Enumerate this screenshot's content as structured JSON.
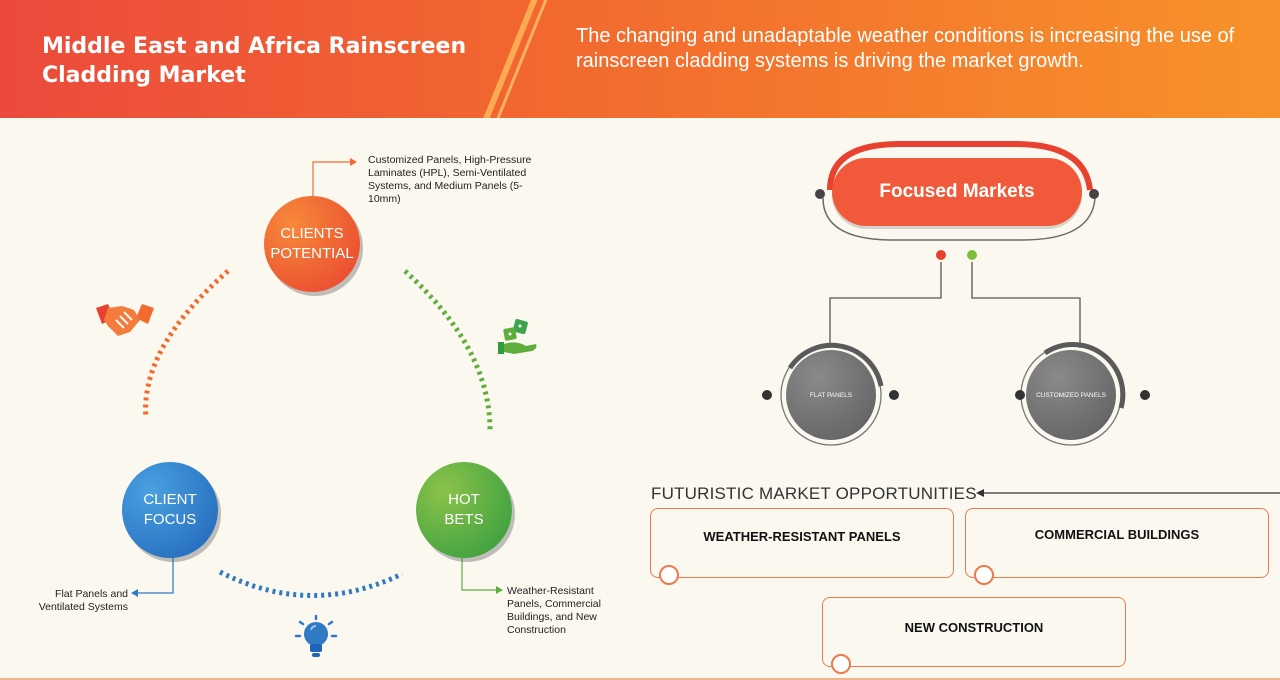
{
  "header": {
    "title": "Middle East and Africa Rainscreen Cladding Market",
    "description": "The changing and unadaptable weather conditions is increasing the use of rainscreen cladding systems is driving the market growth."
  },
  "cycle": {
    "clients_potential": {
      "line1": "CLIENTS",
      "line2": "POTENTIAL",
      "note": "Customized Panels, High-Pressure Laminates (HPL), Semi-Ventilated Systems, and Medium Panels (5-10mm)"
    },
    "client_focus": {
      "line1": "CLIENT",
      "line2": "FOCUS",
      "note": "Flat Panels and Ventilated Systems"
    },
    "hot_bets": {
      "line1": "HOT",
      "line2": "BETS",
      "note": "Weather-Resistant Panels, Commercial Buildings, and New Construction"
    }
  },
  "focused_markets": {
    "label": "Focused Markets",
    "items": [
      "FLAT PANELS",
      "CUSTOMIZED PANELS"
    ]
  },
  "opportunities": {
    "title": "FUTURISTIC MARKET OPPORTUNITIES",
    "items": [
      "WEATHER-RESISTANT PANELS",
      "COMMERCIAL BUILDINGS",
      "NEW CONSTRUCTION"
    ]
  },
  "colors": {
    "orange": "#f05a3a",
    "blue": "#1f64b8",
    "green": "#2f9a3e",
    "grey": "#5c5c5c"
  },
  "icons": [
    "handshake-icon",
    "dice-hand-icon",
    "lightbulb-icon"
  ]
}
